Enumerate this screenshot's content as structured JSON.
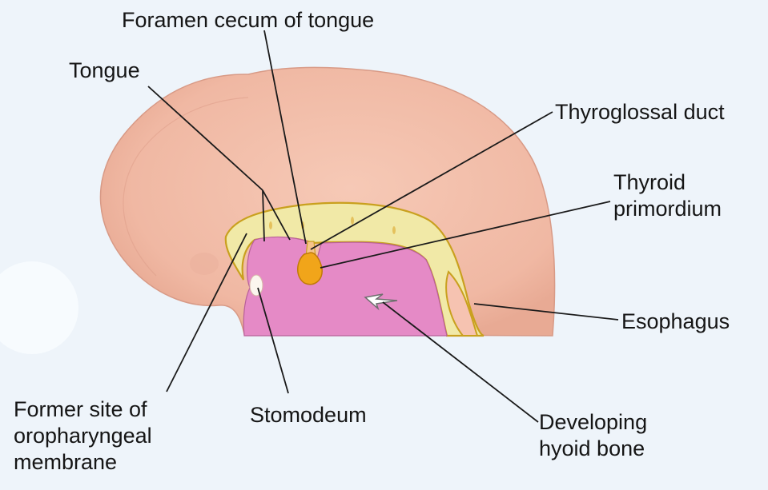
{
  "labels": {
    "foramen_cecum": "Foramen cecum of tongue",
    "tongue": "Tongue",
    "thyroglossal_duct": "Thyroglossal duct",
    "thyroid_primordium": [
      "Thyroid",
      "primordium"
    ],
    "esophagus": "Esophagus",
    "former_site": [
      "Former site of",
      "oropharyngeal",
      "membrane"
    ],
    "stomodeum": "Stomodeum",
    "hyoid": [
      "Developing",
      "hyoid bone"
    ]
  },
  "colors": {
    "background": "#eef4fa",
    "head_tissue": "#f1bda9",
    "endoderm": "#f1e9a7",
    "endoderm_outline": "#c9a01e",
    "pharynx_cavity": "#e58ac6",
    "thyroid": "#f1a51a",
    "leader_lines": "#1a1a1a"
  }
}
